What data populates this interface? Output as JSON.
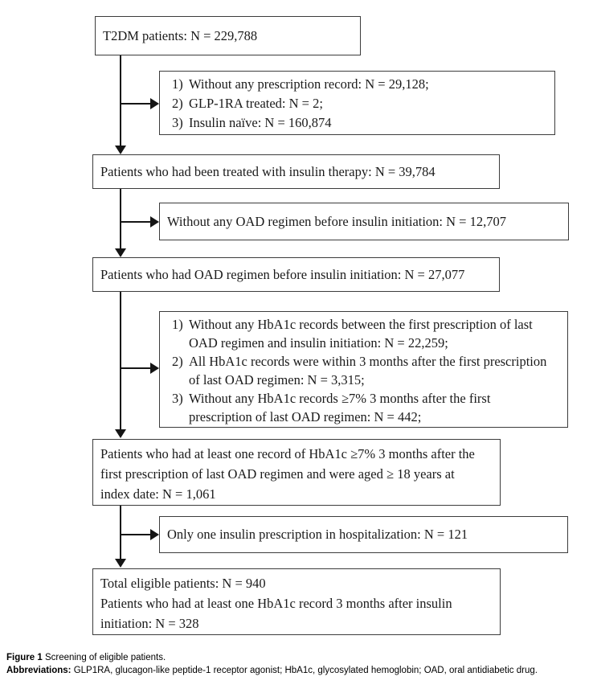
{
  "colors": {
    "background": "#ffffff",
    "box_border": "#3c3c3c",
    "arrow_line": "#151515",
    "text": "#1a1a1a"
  },
  "flow": {
    "boxes": {
      "b1": {
        "text": "T2DM patients: N = 229,788"
      },
      "b2": {
        "text": "Patients who had been treated with insulin therapy: N = 39,784"
      },
      "b3": {
        "text": "Patients who had OAD regimen before insulin initiation: N = 27,077"
      },
      "b4": {
        "lines": [
          "Patients who had at least one record of HbA1c ≥7% 3 months after the",
          "first prescription of last OAD regimen and were aged ≥ 18 years at",
          "index date: N = 1,061"
        ]
      },
      "b5": {
        "lines": [
          "Total eligible patients: N = 940",
          "Patients who had at least one HbA1c record 3 months after insulin",
          "initiation: N = 328"
        ]
      }
    },
    "exclusions": {
      "e1": {
        "items": [
          {
            "num": "1)",
            "lines": [
              "Without any prescription record: N = 29,128;"
            ]
          },
          {
            "num": "2)",
            "lines": [
              "GLP-1RA treated: N = 2;"
            ]
          },
          {
            "num": "3)",
            "lines": [
              "Insulin naïve: N = 160,874"
            ]
          }
        ]
      },
      "e2": {
        "text": "Without any OAD regimen before insulin initiation: N = 12,707"
      },
      "e3": {
        "items": [
          {
            "num": "1)",
            "lines": [
              "Without any HbA1c records between the first prescription of last",
              "OAD regimen and insulin initiation: N = 22,259;"
            ]
          },
          {
            "num": "2)",
            "lines": [
              "All HbA1c records were within 3 months after the first prescription",
              "of last OAD regimen: N = 3,315;"
            ]
          },
          {
            "num": "3)",
            "lines": [
              "Without any HbA1c records ≥7% 3 months after the first",
              "prescription of last OAD regimen: N = 442;"
            ]
          }
        ]
      },
      "e4": {
        "text": "Only one insulin prescription in hospitalization: N = 121"
      }
    }
  },
  "caption": {
    "figure_label": "Figure 1",
    "figure_text": "Screening of eligible patients.",
    "abbreviations_label": "Abbreviations:",
    "abbreviations_text": "GLP1RA, glucagon-like peptide-1 receptor agonist; HbA1c, glycosylated hemoglobin; OAD, oral antidiabetic drug."
  }
}
